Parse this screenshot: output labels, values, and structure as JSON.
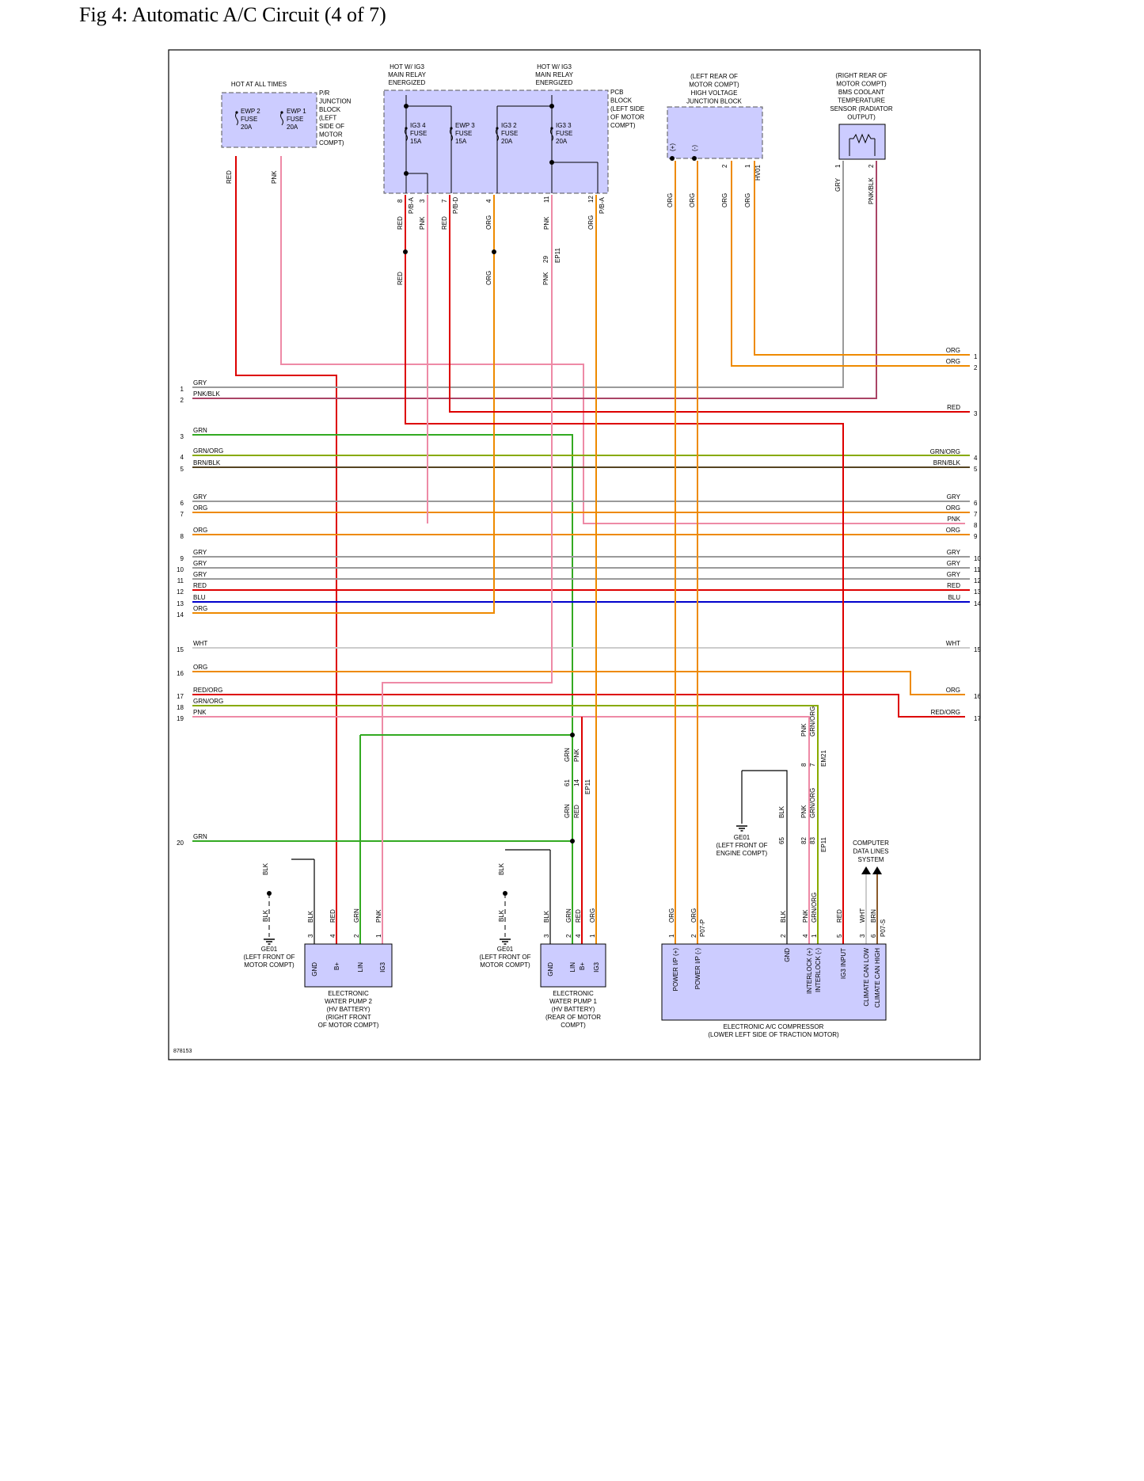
{
  "title": "Fig 4: Automatic A/C Circuit (4 of 7)",
  "figure_id": "878153",
  "colors": {
    "RED": "#dd0000",
    "PNK": "#ee8aa6",
    "ORG": "#ee8a00",
    "GRY": "#9a9a9a",
    "GRN": "#33aa22",
    "BLU": "#0000cc",
    "WHT": "#cccccc",
    "BRN": "#8b5a2b",
    "GRN_ORG": "#88aa00",
    "BRN_BLK": "#554422",
    "BLK": "#000000",
    "PNK_BLK": "#aa4466",
    "box_fill": "#ccccff"
  },
  "labels": {
    "hot_at_all_times": "HOT AT ALL TIMES",
    "pr_block": [
      "P/R",
      "JUNCTION",
      "BLOCK",
      "(LEFT",
      "SIDE OF",
      "MOTOR",
      "COMPT)"
    ],
    "hot_ig3_a": [
      "HOT W/ IG3",
      "MAIN RELAY",
      "ENERGIZED"
    ],
    "hot_ig3_b": [
      "HOT W/ IG3",
      "MAIN RELAY",
      "ENERGIZED"
    ],
    "pcb_block": [
      "PCB",
      "BLOCK",
      "(LEFT SIDE",
      "OF MOTOR",
      "COMPT)"
    ],
    "hv_jb": [
      "(LEFT REAR OF",
      "MOTOR COMPT)",
      "HIGH VOLTAGE",
      "JUNCTION BLOCK"
    ],
    "bms_sensor": [
      "(RIGHT REAR OF",
      "MOTOR COMPT)",
      "BMS COOLANT",
      "TEMPERATURE",
      "SENSOR (RADIATOR",
      "OUTPUT)"
    ],
    "ewp2_fuse": [
      "EWP 2",
      "FUSE",
      "20A"
    ],
    "ewp1_fuse": [
      "EWP 1",
      "FUSE",
      "20A"
    ],
    "ig34_fuse": [
      "IG3 4",
      "FUSE",
      "15A"
    ],
    "ewp3_fuse": [
      "EWP 3",
      "FUSE",
      "15A"
    ],
    "ig32_fuse": [
      "IG3 2",
      "FUSE",
      "20A"
    ],
    "ig33_fuse": [
      "IG3 3",
      "FUSE",
      "20A"
    ],
    "hv_plus": "(+)",
    "hv_minus": "(-)",
    "ge01_left": [
      "GE01",
      "(LEFT FRONT OF",
      "MOTOR COMPT)"
    ],
    "ge01_mid": [
      "GE01",
      "(LEFT FRONT OF",
      "MOTOR COMPT)"
    ],
    "ge01_engine": [
      "GE01",
      "(LEFT FRONT OF",
      "ENGINE COMPT)"
    ],
    "computer_data": [
      "COMPUTER",
      "DATA LINES",
      "SYSTEM"
    ],
    "pump2": [
      "ELECTRONIC",
      "WATER PUMP 2",
      "(HV BATTERY)",
      "(RIGHT FRONT",
      "OF MOTOR COMPT)"
    ],
    "pump1": [
      "ELECTRONIC",
      "WATER PUMP 1",
      "(HV BATTERY)",
      "(REAR OF MOTOR",
      "COMPT)"
    ],
    "compressor": [
      "ELECTRONIC A/C COMPRESSOR",
      "(LOWER LEFT SIDE OF TRACTION MOTOR)"
    ],
    "pump_pins": [
      "GND",
      "B+",
      "LIN",
      "IG3"
    ],
    "comp_pins": [
      "POWER I/P (+)",
      "POWER I/P (-)",
      "GND",
      "INTERLOCK (+)",
      "INTERLOCK (-)",
      "IG3 INPUT",
      "CLIMATE CAN LOW",
      "CLIMATE CAN HIGH"
    ]
  },
  "left_rows": [
    {
      "n": "1",
      "c": "GRY"
    },
    {
      "n": "2",
      "c": "PNK/BLK"
    },
    {
      "n": "3",
      "c": "GRN"
    },
    {
      "n": "4",
      "c": "GRN/ORG"
    },
    {
      "n": "5",
      "c": "BRN/BLK"
    },
    {
      "n": "6",
      "c": "GRY"
    },
    {
      "n": "7",
      "c": "ORG"
    },
    {
      "n": "8",
      "c": "ORG"
    },
    {
      "n": "9",
      "c": "GRY"
    },
    {
      "n": "10",
      "c": "GRY"
    },
    {
      "n": "11",
      "c": "GRY"
    },
    {
      "n": "12",
      "c": "RED"
    },
    {
      "n": "13",
      "c": "BLU"
    },
    {
      "n": "14",
      "c": "ORG"
    },
    {
      "n": "15",
      "c": "WHT"
    },
    {
      "n": "16",
      "c": "ORG"
    },
    {
      "n": "17",
      "c": "RED/ORG"
    },
    {
      "n": "18",
      "c": "GRN/ORG"
    },
    {
      "n": "19",
      "c": "PNK"
    },
    {
      "n": "20",
      "c": "GRN"
    }
  ],
  "right_rows": [
    {
      "n": "1",
      "c": "ORG"
    },
    {
      "n": "2",
      "c": "ORG"
    },
    {
      "n": "3",
      "c": "RED"
    },
    {
      "n": "4",
      "c": "GRN/ORG"
    },
    {
      "n": "5",
      "c": "BRN/BLK"
    },
    {
      "n": "6",
      "c": "GRY"
    },
    {
      "n": "7",
      "c": "ORG"
    },
    {
      "n": "8",
      "c": "PNK"
    },
    {
      "n": "9",
      "c": "ORG"
    },
    {
      "n": "10",
      "c": "GRY"
    },
    {
      "n": "11",
      "c": "GRY"
    },
    {
      "n": "12",
      "c": "GRY"
    },
    {
      "n": "13",
      "c": "RED"
    },
    {
      "n": "14",
      "c": "BLU"
    },
    {
      "n": "15",
      "c": "WHT"
    },
    {
      "n": "16",
      "c": "ORG"
    },
    {
      "n": "17",
      "c": "RED/ORG"
    }
  ],
  "wire_labels": {
    "top_red": "RED",
    "top_pnk": "PNK",
    "pcb_pins": [
      {
        "pin": "8",
        "col": "RED",
        "conn": "P/B-A"
      },
      {
        "pin": "3",
        "col": "PNK",
        "conn": ""
      },
      {
        "pin": "7",
        "col": "RED",
        "conn": "P/B-D"
      },
      {
        "pin": "4",
        "col": "ORG",
        "conn": ""
      },
      {
        "pin": "11",
        "col": "PNK",
        "conn": ""
      },
      {
        "pin": "12",
        "col": "ORG",
        "conn": "P/B-A"
      }
    ],
    "hv_pins": [
      {
        "col": "ORG"
      },
      {
        "col": "ORG"
      }
    ],
    "hv02": {
      "p1": "2",
      "p2": "1",
      "conn": "HV01",
      "c1": "ORG",
      "c2": "ORG"
    },
    "bms": {
      "p1": "1",
      "p2": "2",
      "c1": "GRY",
      "c2": "PNK/BLK"
    },
    "splice_red": "RED",
    "splice_org": "ORG",
    "ep11_top": {
      "pin": "29",
      "conn": "EP11",
      "col": "PNK"
    },
    "mid_conn": {
      "p61": "61",
      "p14": "14",
      "conn": "EP11",
      "grn": "GRN",
      "pnk": "PNK",
      "grn2": "GRN",
      "red": "RED"
    },
    "em21": {
      "p8": "8",
      "p7": "7",
      "conn": "EM21",
      "pnk": "PNK",
      "grnorg": "GRN/ORG"
    },
    "ep11b": {
      "p65": "65",
      "p82": "82",
      "p83": "83",
      "conn": "EP11",
      "blk": "BLK",
      "pnk": "PNK",
      "grnorg": "GRN/ORG"
    },
    "pump2_wires": [
      {
        "p": "3",
        "c": "BLK"
      },
      {
        "p": "4",
        "c": "RED"
      },
      {
        "p": "2",
        "c": "GRN"
      },
      {
        "p": "1",
        "c": "PNK"
      }
    ],
    "pump1_wires": [
      {
        "p": "3",
        "c": "BLK"
      },
      {
        "p": "2",
        "c": "GRN"
      },
      {
        "p": "4",
        "c": "RED"
      },
      {
        "p": "1",
        "c": "ORG"
      }
    ],
    "blk_a": "BLK",
    "blk_b": "BLK",
    "blk_c": "BLK",
    "blk_d": "BLK",
    "comp_wires": [
      {
        "p": "1",
        "c": "ORG"
      },
      {
        "p": "2",
        "c": "ORG"
      },
      {
        "p": "2",
        "c": "BLK"
      },
      {
        "p": "4",
        "c": "PNK"
      },
      {
        "p": "1",
        "c": "GRN/ORG"
      },
      {
        "p": "5",
        "c": "RED"
      },
      {
        "p": "3",
        "c": "WHT"
      },
      {
        "p": "6",
        "c": "BRN"
      }
    ],
    "p07p": "P07-P",
    "p07s": "P07-S"
  }
}
